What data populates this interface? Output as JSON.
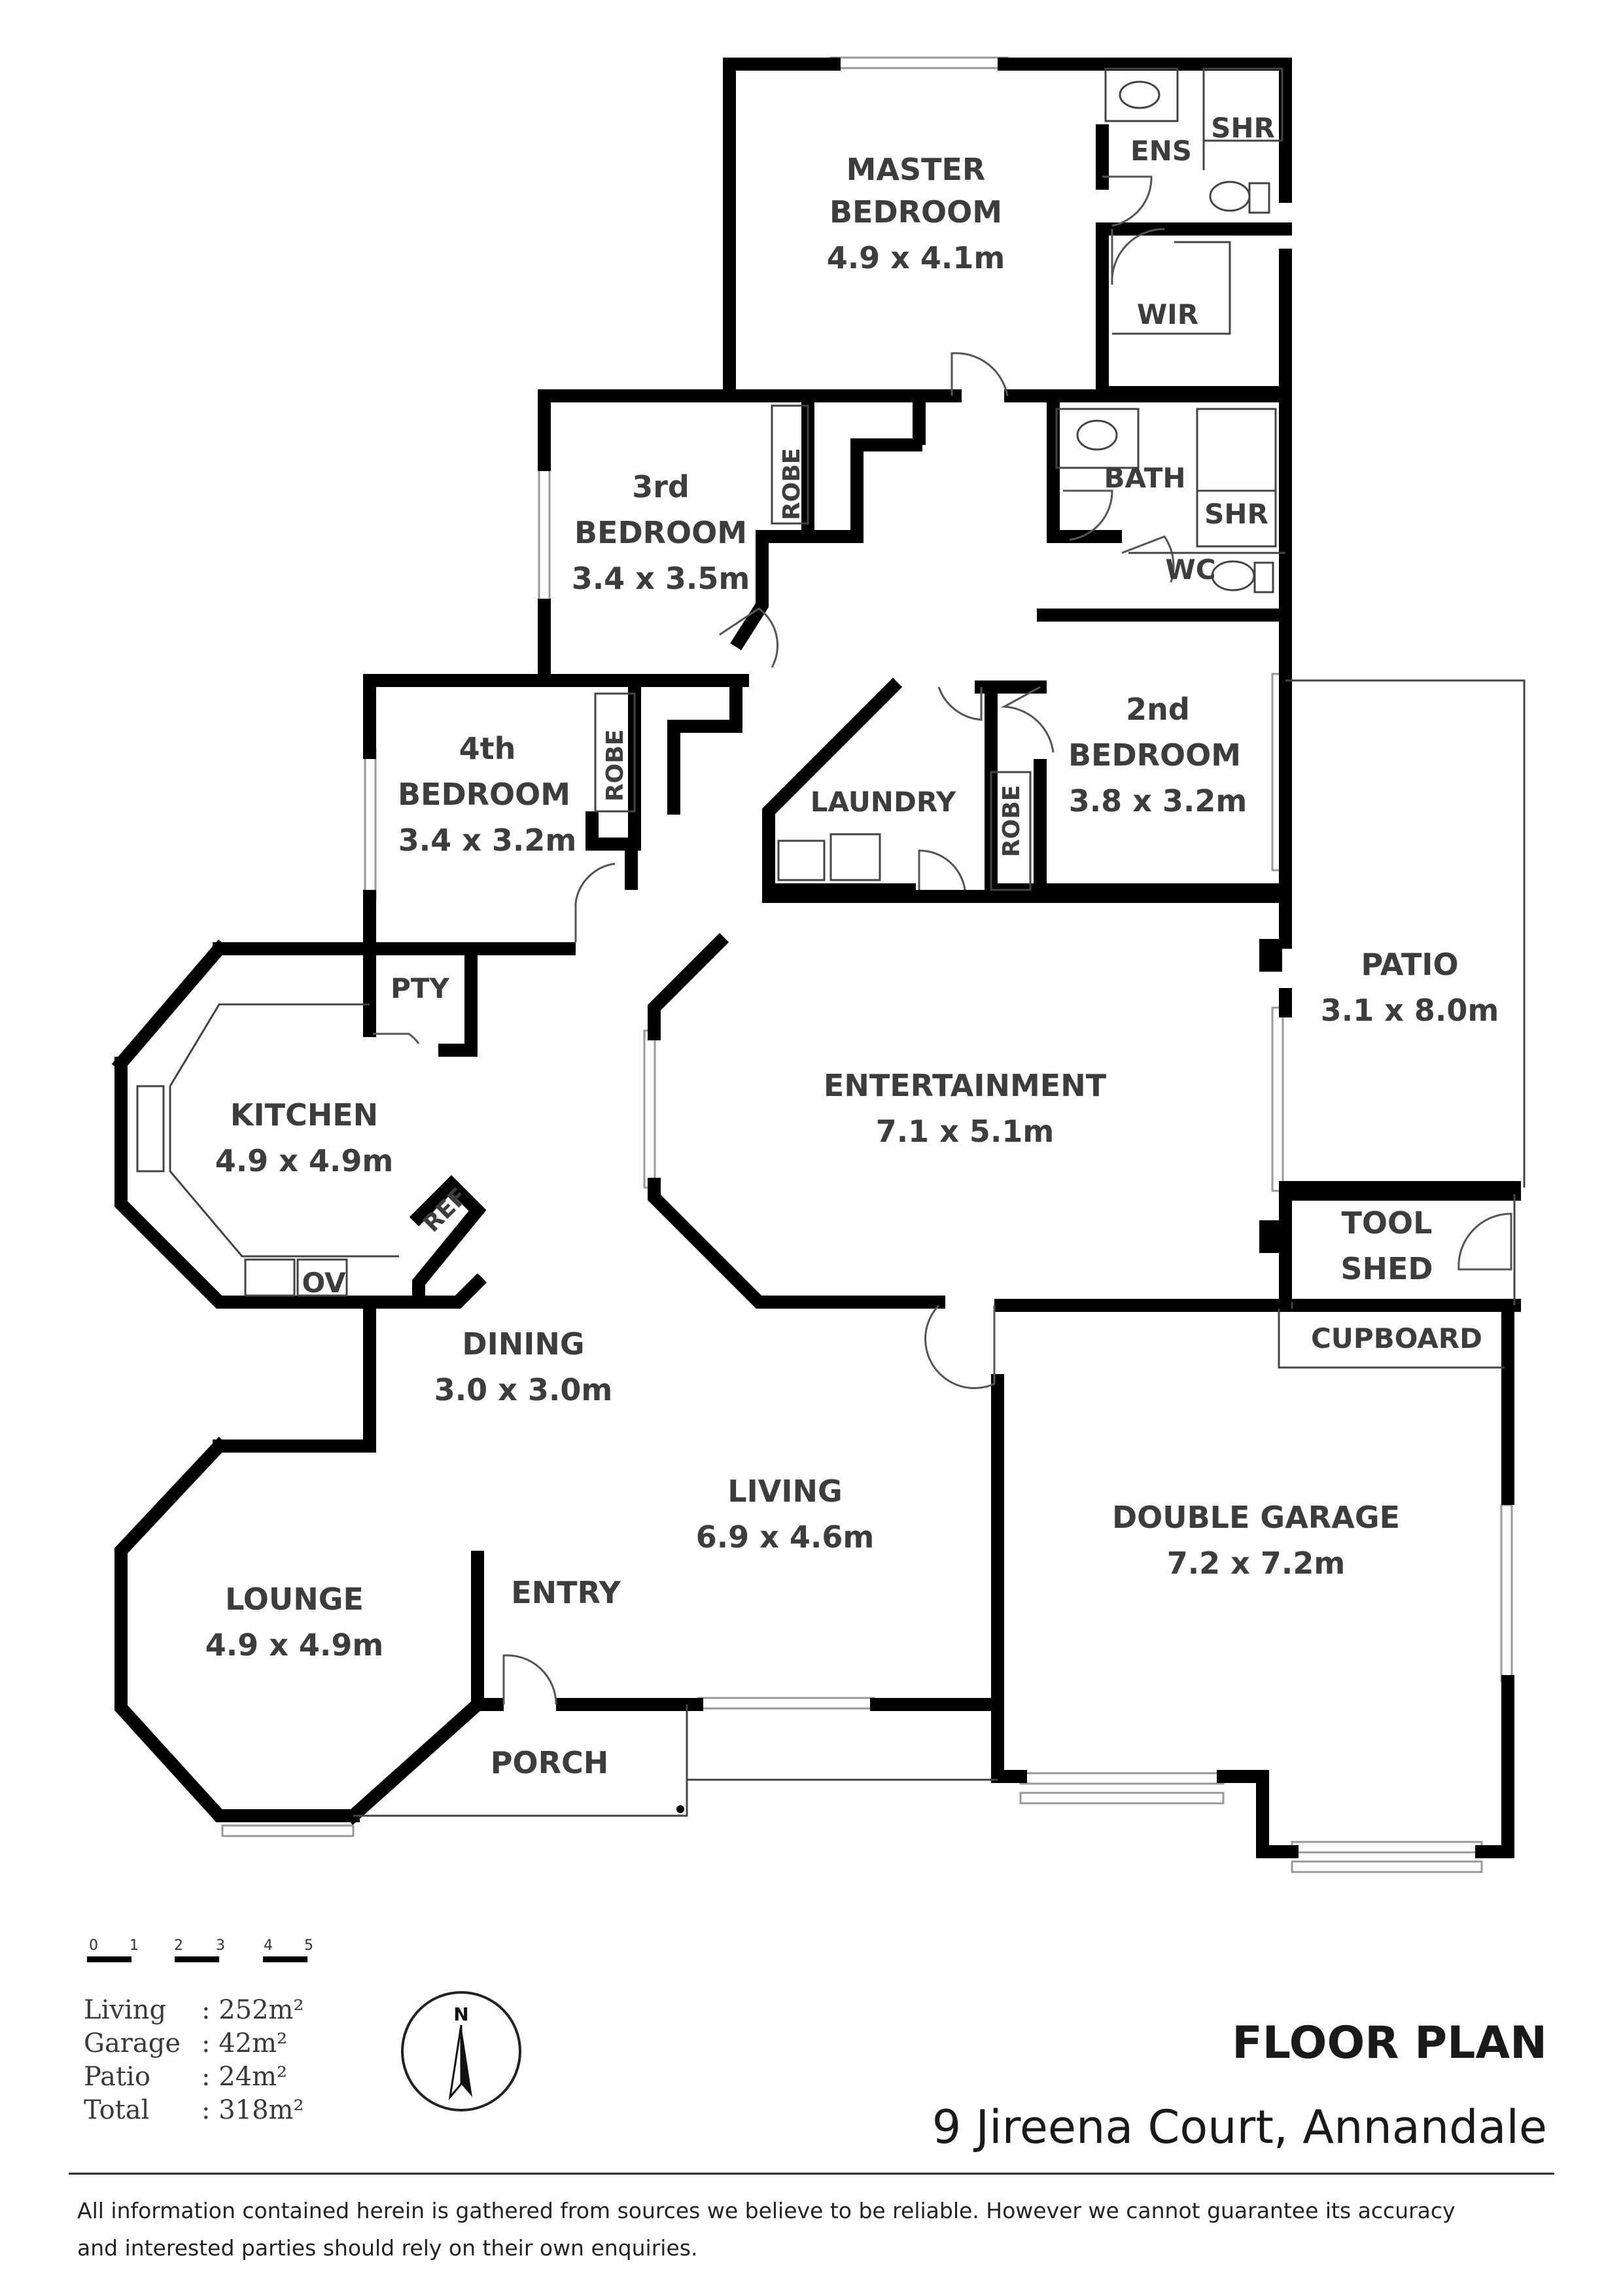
{
  "rooms": {
    "master": {
      "name1": "MASTER",
      "name2": "BEDROOM",
      "size": "4.9 x 4.1m"
    },
    "ens": "ENS",
    "shr1": "SHR",
    "wir": "WIR",
    "bath": "BATH",
    "shr2": "SHR",
    "wc": "WC",
    "third": {
      "name1": "3rd",
      "name2": "BEDROOM",
      "size": "3.4 x 3.5m"
    },
    "robe": "ROBE",
    "fourth": {
      "name1": "4th",
      "name2": "BEDROOM",
      "size": "3.4 x 3.2m"
    },
    "second": {
      "name1": "2nd",
      "name2": "BEDROOM",
      "size": "3.8 x 3.2m"
    },
    "laundry": "LAUNDRY",
    "pty": "PTY",
    "kitchen": {
      "name": "KITCHEN",
      "size": "4.9 x 4.9m"
    },
    "ref": "REF",
    "ov": "OV",
    "entertainment": {
      "name": "ENTERTAINMENT",
      "size": "7.1 x 5.1m"
    },
    "patio": {
      "name": "PATIO",
      "size": "3.1 x 8.0m"
    },
    "toolshed": {
      "name1": "TOOL",
      "name2": "SHED"
    },
    "cupboard": "CUPBOARD",
    "dining": {
      "name": "DINING",
      "size": "3.0 x 3.0m"
    },
    "living": {
      "name": "LIVING",
      "size": "6.9 x 4.6m"
    },
    "garage": {
      "name": "DOUBLE GARAGE",
      "size": "7.2 x 7.2m"
    },
    "lounge": {
      "name": "LOUNGE",
      "size": "4.9 x 4.9m"
    },
    "entry": "ENTRY",
    "porch": "PORCH"
  },
  "scale": [
    "0",
    "1",
    "2",
    "3",
    "4",
    "5"
  ],
  "areas": [
    {
      "label": "Living",
      "value": ": 252m²"
    },
    {
      "label": "Garage",
      "value": ":   42m²"
    },
    {
      "label": "Patio",
      "value": ":   24m²"
    },
    {
      "label": "Total",
      "value": ": 318m²"
    }
  ],
  "compass": "N",
  "title": "FLOOR PLAN",
  "address": "9 Jireena Court, Annandale",
  "disclaimer": {
    "line1": "All information contained herein is gathered from sources we believe to be reliable.  However we cannot guarantee its accuracy",
    "line2": "and interested parties should rely on their own enquiries."
  }
}
